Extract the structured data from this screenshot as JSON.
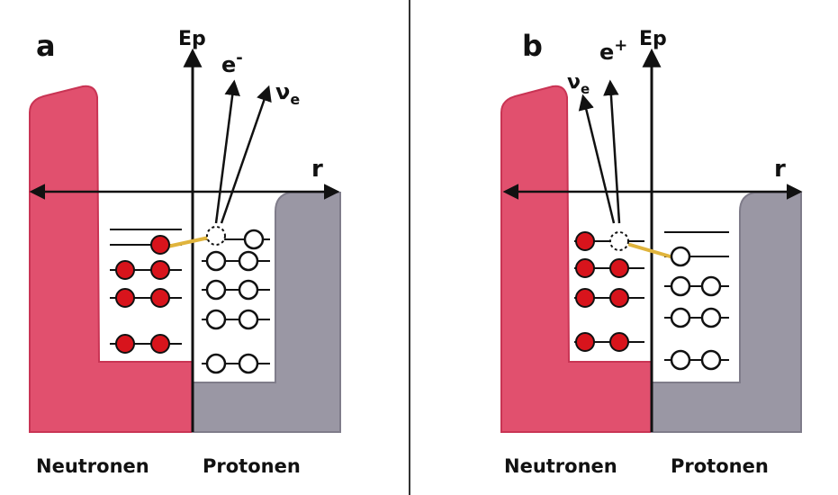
{
  "colors": {
    "neutron_well": "#e1506e",
    "neutron_well_edge": "#c93454",
    "proton_well": "#9a97a4",
    "proton_well_edge": "#7f7c8a",
    "neutron": "#d8141c",
    "proton": "#ffffff",
    "transition": "#e0b43c",
    "ink": "#111111",
    "divider": "#333333"
  },
  "panels": [
    {
      "panel_label": "a",
      "axis_energy": "Ep",
      "axis_radius": "r",
      "particle_1": "e-",
      "particle_1_base": "e",
      "particle_1_charge": "-",
      "particle_2": "νe",
      "particle_2_base": "ν",
      "particle_2_sub": "e",
      "label_left": "Neutronen",
      "label_right": "Protonen"
    },
    {
      "panel_label": "b",
      "axis_energy": "Ep",
      "axis_radius": "r",
      "particle_1": "e+",
      "particle_1_base": "e",
      "particle_1_charge": "+",
      "particle_2": "νe",
      "particle_2_base": "ν",
      "particle_2_sub": "e",
      "label_left": "Neutronen",
      "label_right": "Protonen"
    }
  ]
}
